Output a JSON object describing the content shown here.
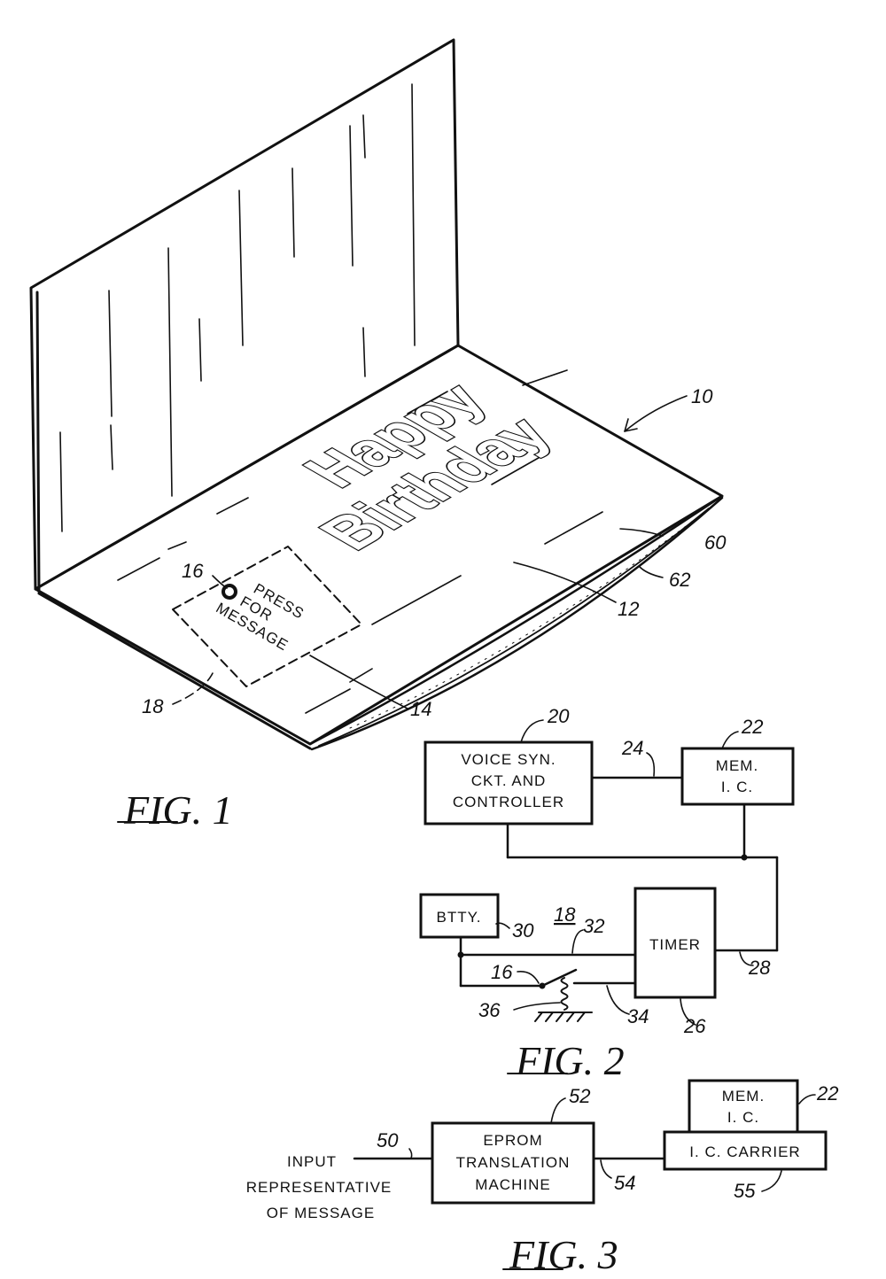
{
  "fig1": {
    "card_line1": "Happy",
    "card_line2": "Birthday",
    "press_line1": "PRESS",
    "press_line2": "FOR",
    "press_line3": "MESSAGE",
    "refs": {
      "r10": "10",
      "r12": "12",
      "r14": "14",
      "r16": "16",
      "r18": "18",
      "r60": "60",
      "r62": "62"
    },
    "caption": "FIG. 1"
  },
  "fig2": {
    "voice_line1": "VOICE  SYN.",
    "voice_line2": "CKT.  AND",
    "voice_line3": "CONTROLLER",
    "mem_line1": "MEM.",
    "mem_line2": "I. C.",
    "battery": "BTTY.",
    "timer": "TIMER",
    "refs": {
      "r16": "16",
      "r18": "18",
      "r20": "20",
      "r22": "22",
      "r24": "24",
      "r26": "26",
      "r28": "28",
      "r30": "30",
      "r32": "32",
      "r34": "34",
      "r36": "36"
    },
    "caption": "FIG. 2"
  },
  "fig3": {
    "input_line1": "INPUT",
    "input_line2": "REPRESENTATIVE",
    "input_line3": "OF MESSAGE",
    "eprom_line1": "EPROM",
    "eprom_line2": "TRANSLATION",
    "eprom_line3": "MACHINE",
    "mem_line1": "MEM.",
    "mem_line2": "I. C.",
    "carrier": "I. C. CARRIER",
    "refs": {
      "r22": "22",
      "r50": "50",
      "r52": "52",
      "r54": "54",
      "r55": "55"
    },
    "caption": "FIG. 3"
  }
}
